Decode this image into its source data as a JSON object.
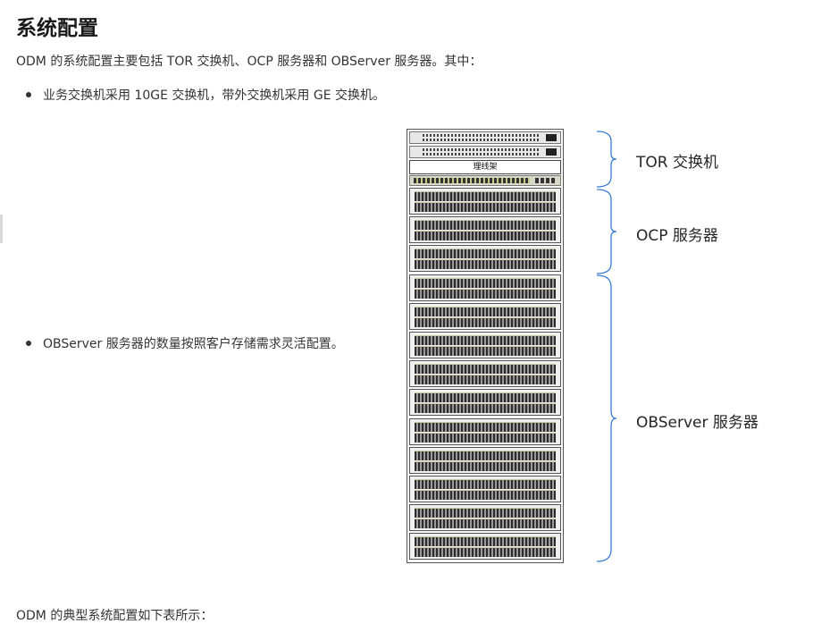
{
  "page": {
    "title": "系统配置",
    "intro": "ODM 的系统配置主要包括 TOR 交换机、OCP 服务器和 OBServer 服务器。其中：",
    "bullets": [
      "业务交换机采用 10GE 交换机，带外交换机采用 GE 交换机。",
      "OBServer 服务器的数量按照客户存储需求灵活配置。"
    ],
    "footer_text": "ODM 的典型系统配置如下表所示："
  },
  "figure": {
    "cable_manager_label": "理线架",
    "server_count": 13,
    "labels": {
      "tor": "TOR 交换机",
      "ocp": "OCP 服务器",
      "observer": "OBServer 服务器"
    },
    "brace_color": "#3a7bd5"
  }
}
